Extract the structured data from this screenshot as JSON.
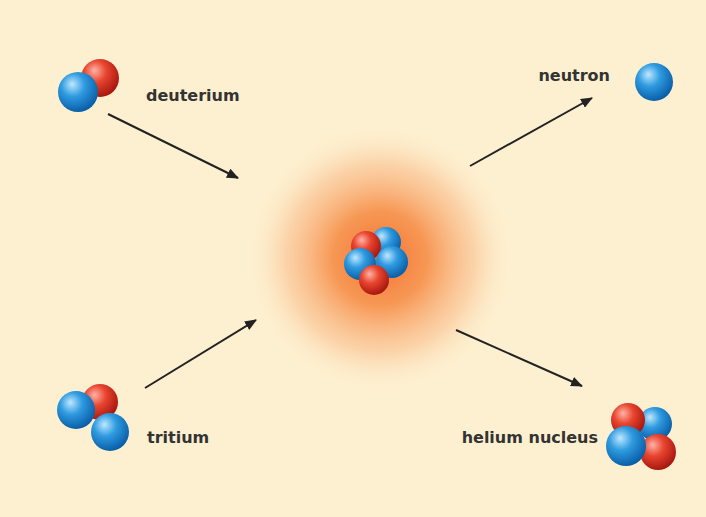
{
  "diagram": {
    "labels": [
      "deuterium",
      "neutron",
      "tritium",
      "helium nucleus"
    ]
  }
}
